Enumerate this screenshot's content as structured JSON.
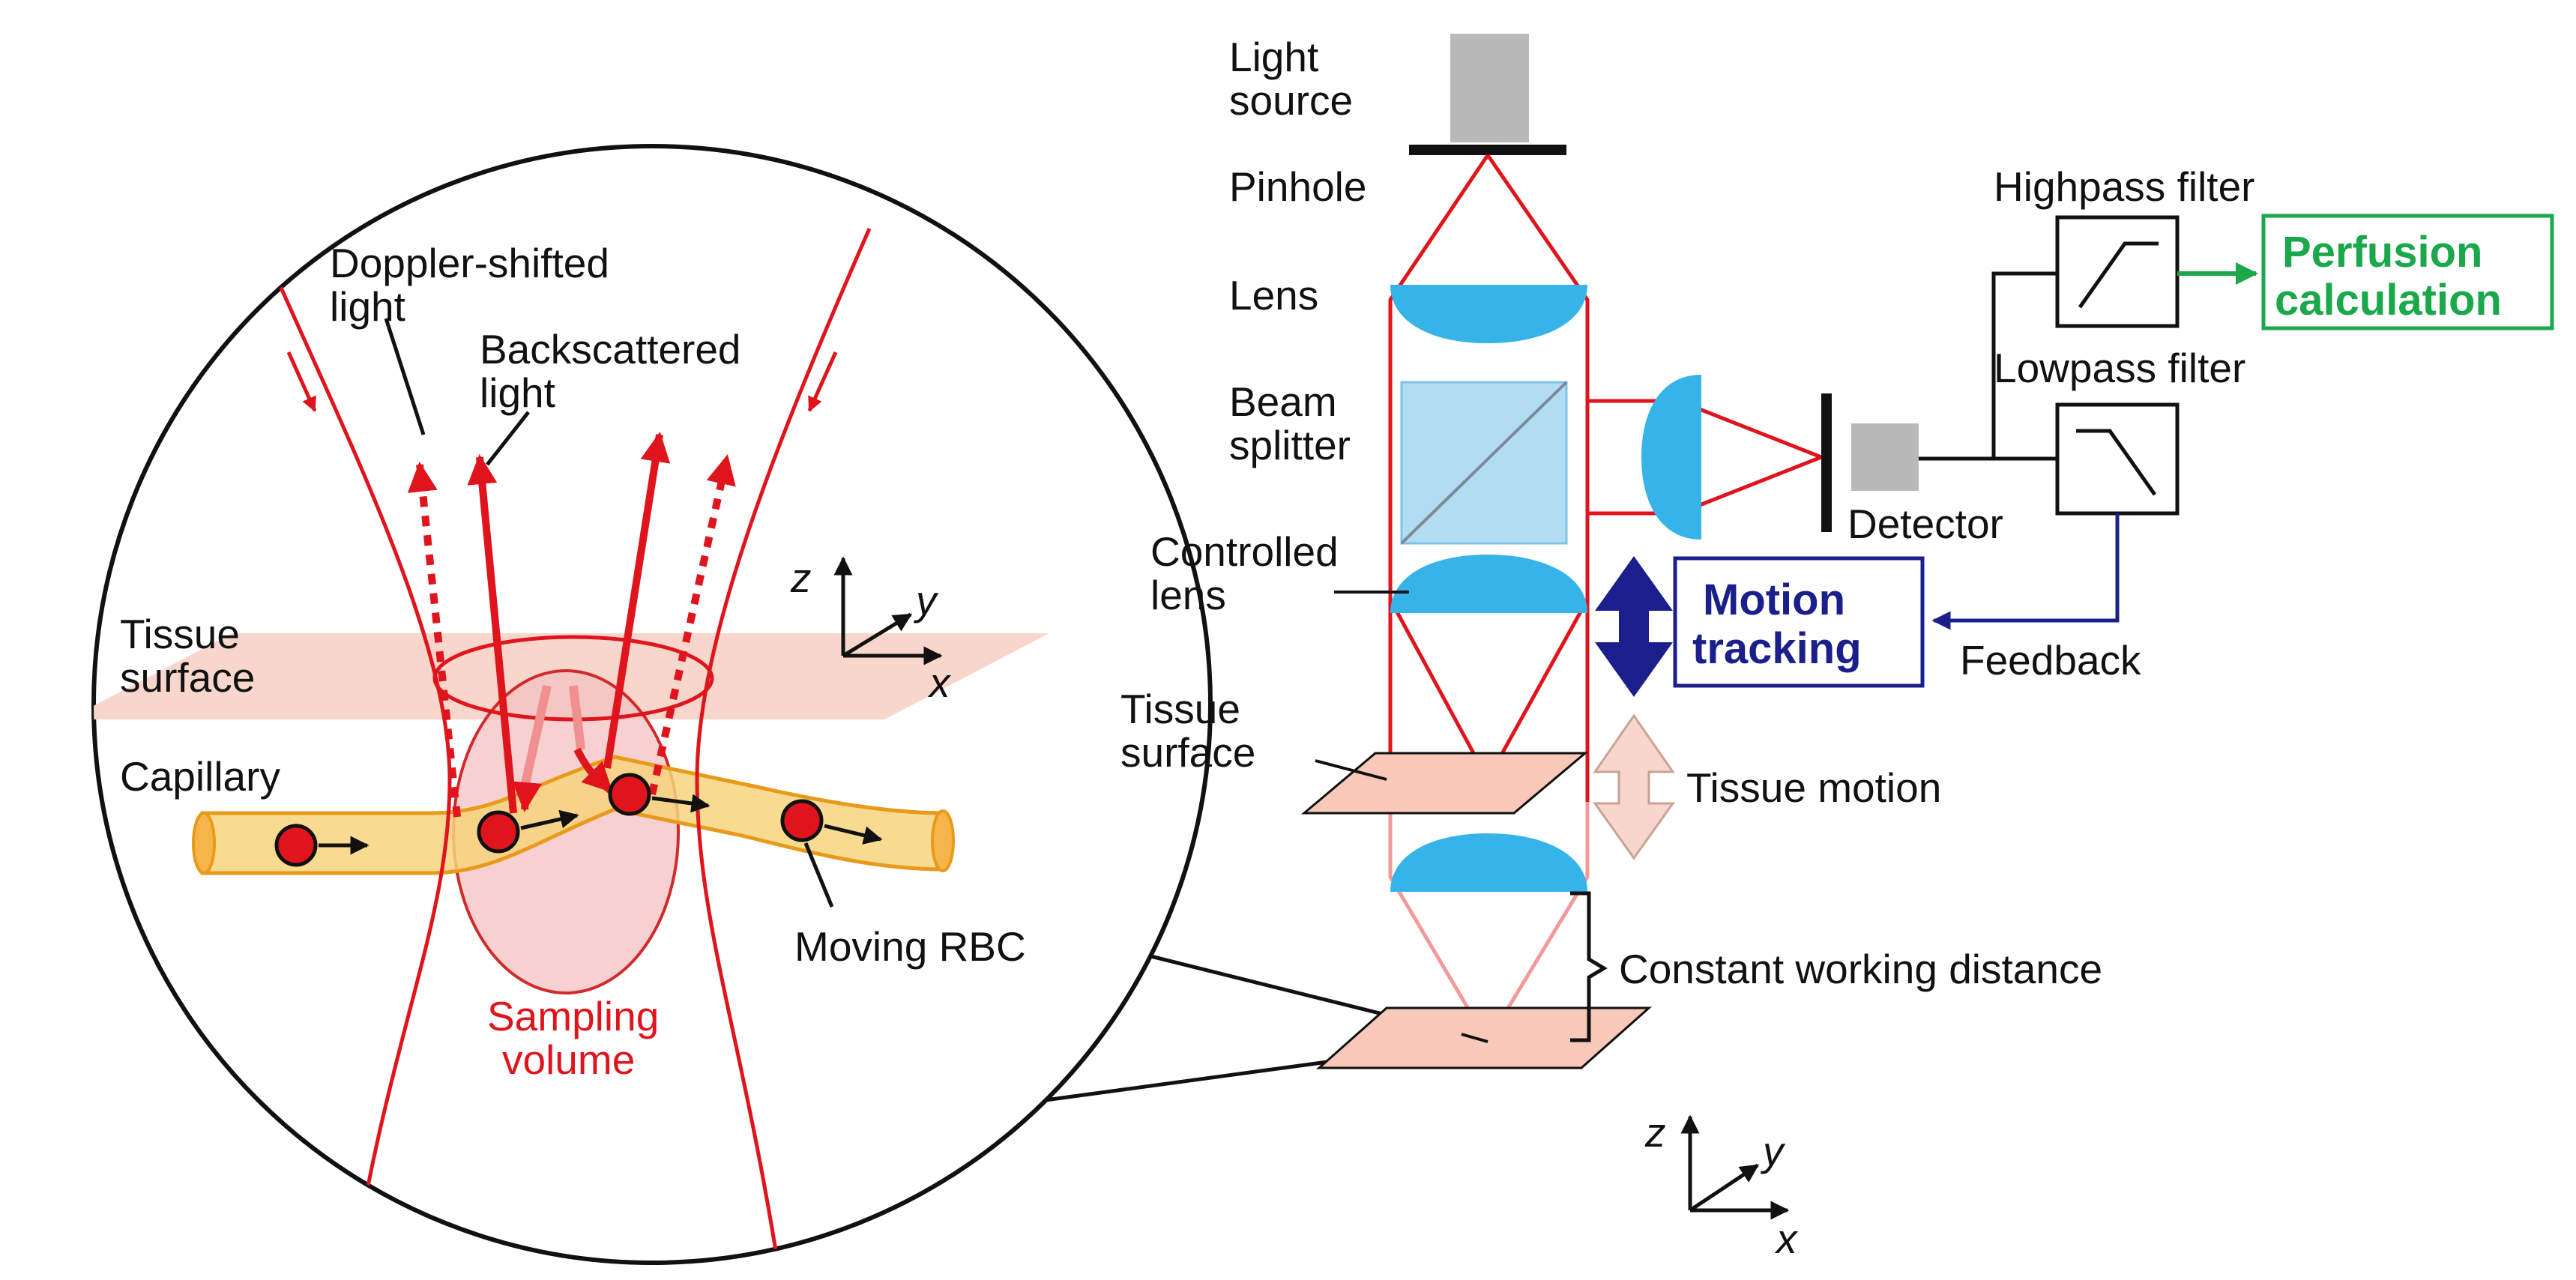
{
  "labels": {
    "light_source_1": "Light",
    "light_source_2": "source",
    "pinhole": "Pinhole",
    "lens": "Lens",
    "beam_splitter_1": "Beam",
    "beam_splitter_2": "splitter",
    "controlled_lens_1": "Controlled",
    "controlled_lens_2": "lens",
    "tissue_surface_right_1": "Tissue",
    "tissue_surface_right_2": "surface",
    "tissue_motion": "Tissue motion",
    "constant_working_distance": "Constant working distance",
    "detector": "Detector",
    "highpass_filter": "Highpass filter",
    "lowpass_filter": "Lowpass filter",
    "perfusion_1": "Perfusion",
    "perfusion_2": "calculation",
    "motion_tracking_1": "Motion",
    "motion_tracking_2": "tracking",
    "feedback": "Feedback",
    "doppler_1": "Doppler-shifted",
    "doppler_2": "light",
    "backscattered_1": "Backscattered",
    "backscattered_2": "light",
    "tissue_surface_left_1": "Tissue",
    "tissue_surface_left_2": "surface",
    "capillary": "Capillary",
    "moving_rbc": "Moving RBC",
    "sampling_1": "Sampling",
    "sampling_2": "volume"
  },
  "axes": {
    "x": "x",
    "y": "y",
    "z": "z"
  },
  "colors": {
    "laser": "#e0141c",
    "lens": "#36b4ea",
    "beam_splitter": "#a8d8f0",
    "tissue": "#f8c8b8",
    "capillary": "#f5c76a",
    "capillary_edge": "#e89a1a",
    "motion_tracking": "#1a1f8c",
    "perfusion": "#1aa84a",
    "detector": "#b9b9b9"
  }
}
